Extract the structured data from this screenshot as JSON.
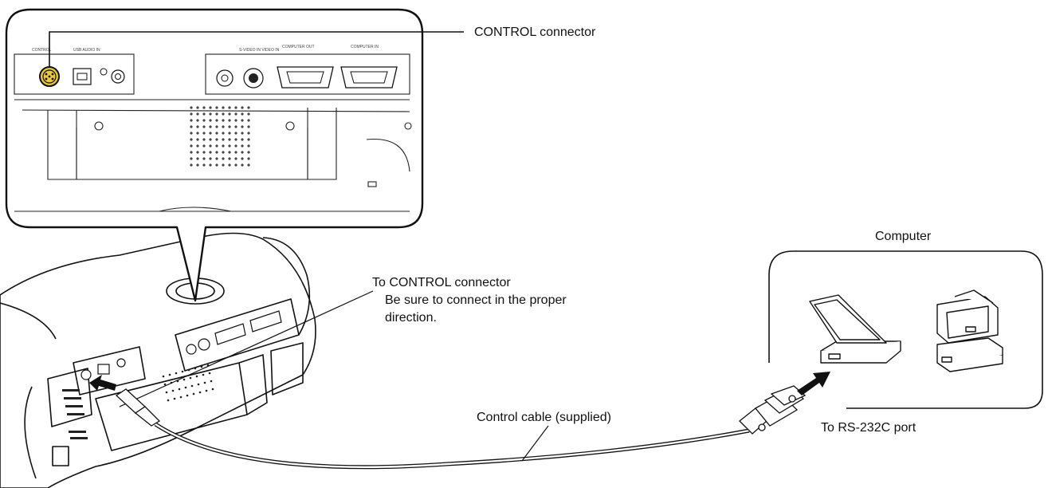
{
  "labels": {
    "control_connector": "CONTROL connector",
    "to_control_connector": "To CONTROL connector",
    "note_line1": "Be sure to connect in the proper",
    "note_line2": "direction.",
    "computer": "Computer",
    "control_cable": "Control cable (supplied)",
    "rs232c_port": "To RS-232C port"
  },
  "panel_labels": {
    "control": "CONTROL",
    "usb_audio_in": "USB AUDIO IN",
    "s_video_video_in": "S-VIDEO IN VIDEO IN",
    "computer_out": "COMPUTER OUT",
    "computer_in": "COMPUTER IN"
  }
}
